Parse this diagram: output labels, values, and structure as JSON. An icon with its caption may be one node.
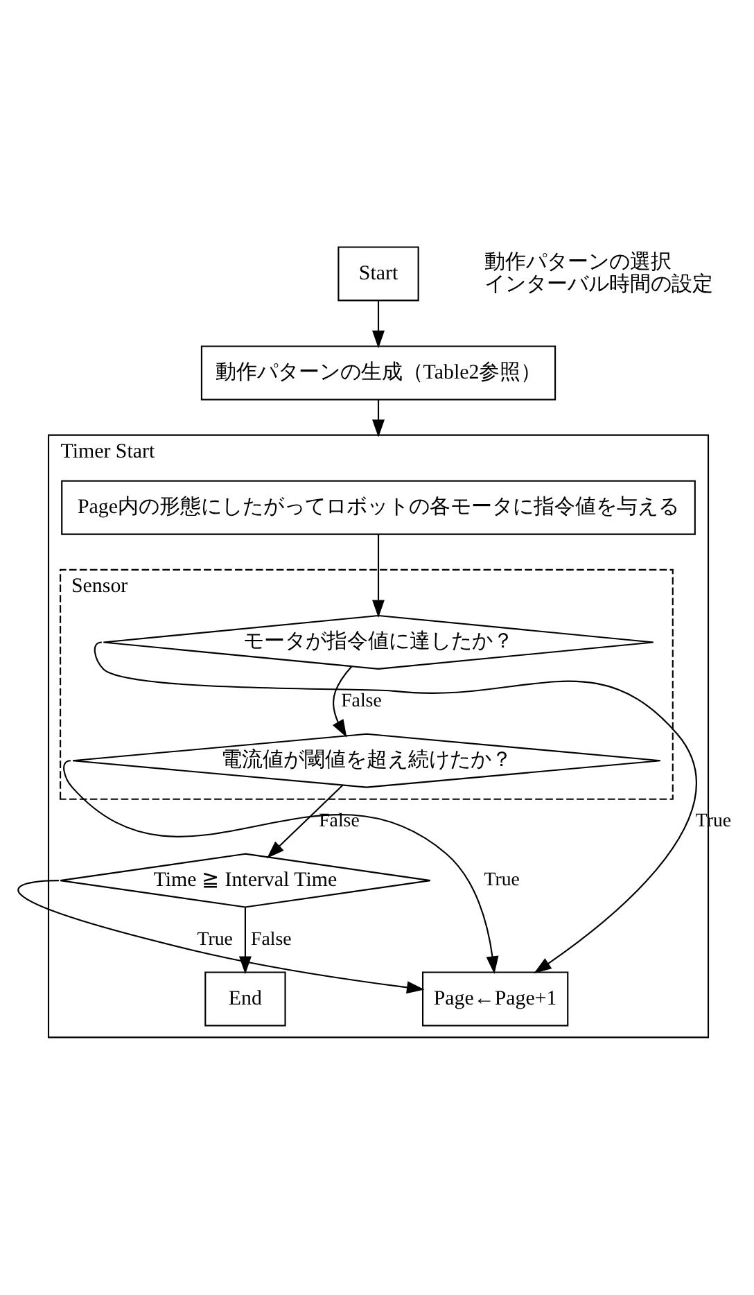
{
  "diagram": {
    "nodes": [
      {
        "text": [
          "Start"
        ],
        "beside": [
          "動作パターンの選択",
          "インターバル時間の設定"
        ]
      },
      {
        "text": [
          "動作パターンの生成（Table2参照）"
        ]
      },
      {
        "text": [
          "Timer Start"
        ]
      },
      {
        "text": [
          "Page内の形態にしたがってロボットの各モータに指令値を与える"
        ],
        "in": 2
      },
      {
        "text": [
          "Sensor"
        ],
        "in": 2
      },
      {
        "text": [
          "モータが指令値に達したか？"
        ],
        "in": 4
      },
      {
        "text": [
          "電流値が閾値を超え続けたか？"
        ],
        "in": 4
      },
      {
        "text": [
          "Time ≧ Interval Time"
        ],
        "in": 2
      },
      {
        "text": [
          "Page←Page+1"
        ],
        "in": 2
      },
      {
        "text": [
          "End"
        ],
        "in": 2
      }
    ],
    "edges": [
      {
        "from": 0,
        "to": 1,
        "arrow": "to"
      },
      {
        "from": 1,
        "to": 2,
        "arrow": "to"
      },
      {
        "from": 3,
        "to": 5,
        "arrow": "to"
      },
      {
        "from": 5,
        "to": 6,
        "arrow": "to",
        "label": "False"
      },
      {
        "from": 5,
        "to": 8,
        "arrow": "to",
        "label": "True"
      },
      {
        "from": 6,
        "to": 8,
        "arrow": "to",
        "label": "True"
      },
      {
        "from": 6,
        "to": 7,
        "arrow": "to",
        "label": "False"
      },
      {
        "from": 7,
        "to": 8,
        "arrow": "to",
        "label": "True"
      },
      {
        "from": 7,
        "to": 9,
        "arrow": "to",
        "label": "False"
      }
    ]
  }
}
